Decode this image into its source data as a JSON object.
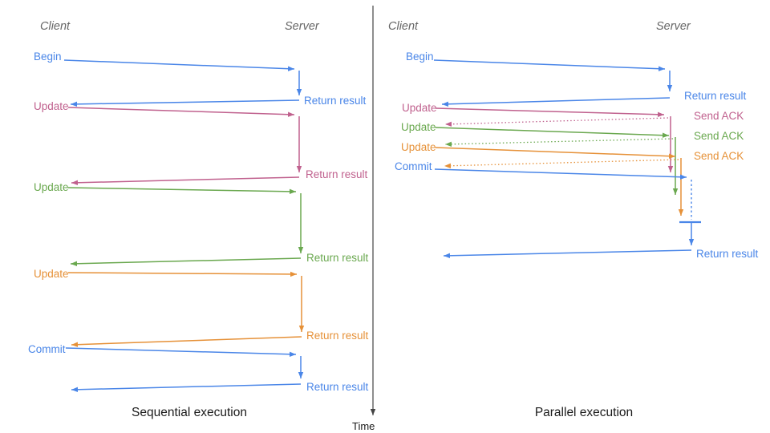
{
  "colors": {
    "blue": "#4a86e8",
    "pink": "#c0618e",
    "green": "#6aa84f",
    "orange": "#e69138",
    "axis": "#444444",
    "header": "#666666",
    "caption": "#1a1a1a"
  },
  "sequential": {
    "client_label": "Client",
    "server_label": "Server",
    "caption": "Sequential execution",
    "messages": [
      {
        "label": "Begin",
        "response": "Return result"
      },
      {
        "label": "Update",
        "response": "Return result"
      },
      {
        "label": "Update",
        "response": "Return result"
      },
      {
        "label": "Update",
        "response": "Return result"
      },
      {
        "label": "Commit",
        "response": "Return result"
      }
    ]
  },
  "parallel": {
    "client_label": "Client",
    "server_label": "Server",
    "caption": "Parallel execution",
    "messages": [
      {
        "label": "Begin",
        "response": "Return result"
      },
      {
        "label": "Update",
        "response": "Send ACK"
      },
      {
        "label": "Update",
        "response": "Send ACK"
      },
      {
        "label": "Update",
        "response": "Send ACK"
      },
      {
        "label": "Commit",
        "response": "Return result"
      }
    ]
  },
  "time_label": "Time"
}
